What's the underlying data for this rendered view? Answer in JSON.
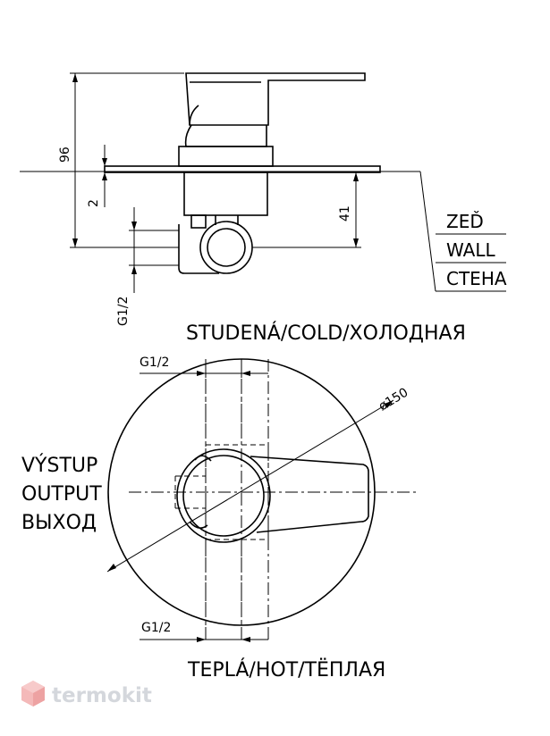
{
  "side_view": {
    "dim_total": "96",
    "dim_cover": "2",
    "dim_depth": "41",
    "dim_thread": "G1/2",
    "wall_labels": [
      "ZEĎ",
      "WALL",
      "СТЕНА"
    ]
  },
  "front_view": {
    "label_cold": "STUDENÁ/COLD/ХОЛОДНАЯ",
    "label_hot": "TEPLÁ/HOT/TЁПЛАЯ",
    "label_output": [
      "VÝSTUP",
      "OUTPUT",
      "ВЫХОД"
    ],
    "dim_thread_top": "G1/2",
    "dim_thread_bottom": "G1/2",
    "dim_diameter": "ø150"
  },
  "watermark": {
    "brand": "termokit",
    "icon": "hexagon-logo-icon",
    "color": "#d4d7dc"
  }
}
